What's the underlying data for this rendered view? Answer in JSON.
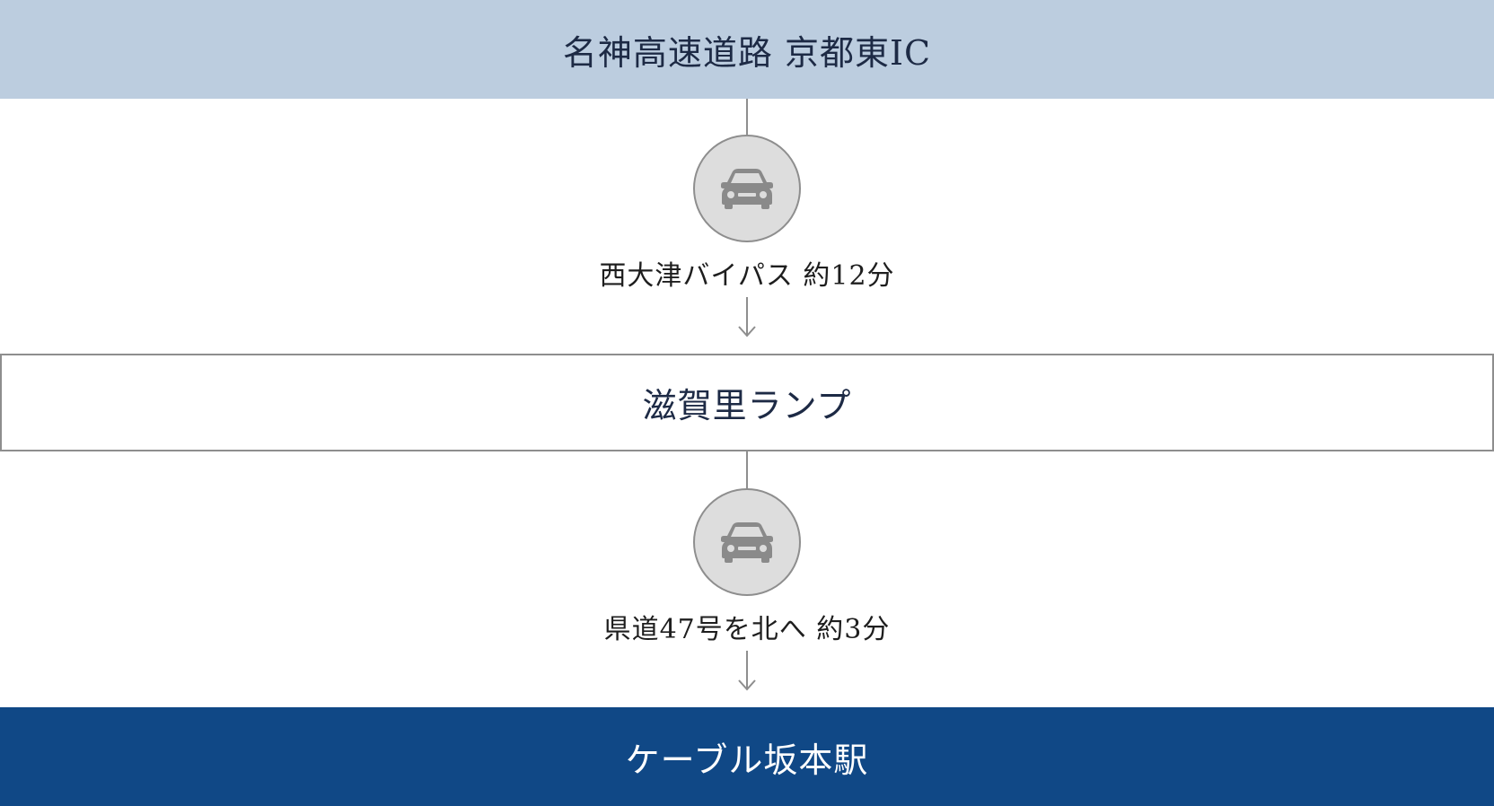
{
  "steps": [
    {
      "station": "名神高速道路 京都東IC"
    },
    {
      "transport_icon": "car-icon",
      "route": "西大津バイパス  約12分"
    },
    {
      "station": "滋賀里ランプ"
    },
    {
      "transport_icon": "car-icon",
      "route": "県道47号を北へ  約3分"
    },
    {
      "station": "ケーブル坂本駅"
    }
  ],
  "colors": {
    "start_bg": "#bccddf",
    "end_bg": "#104886",
    "icon_circle": "#dddddd",
    "icon": "#8a8a8a",
    "line": "#8e8e8e"
  }
}
